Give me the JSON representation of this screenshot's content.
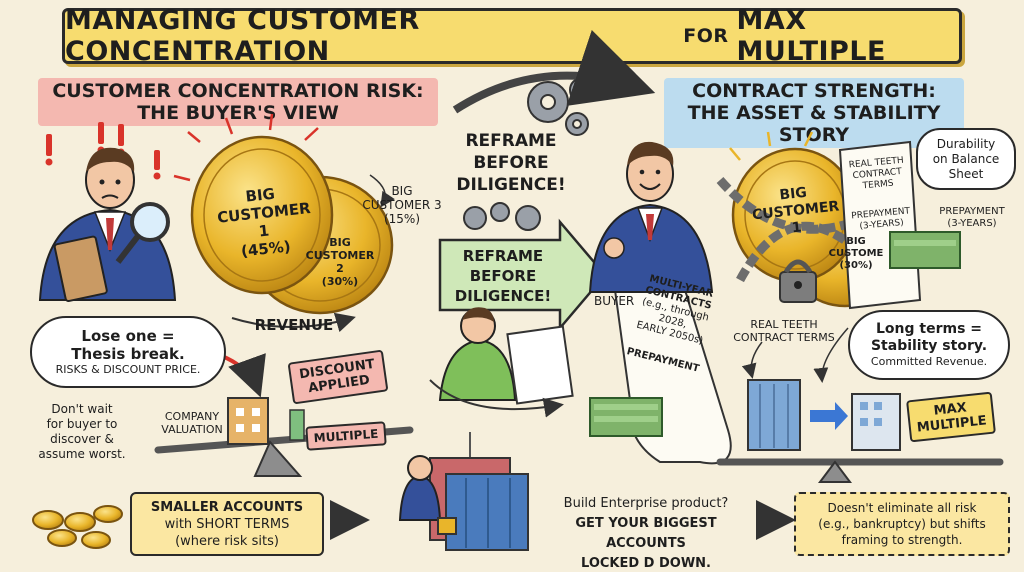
{
  "title": {
    "part1": "MANAGING CUSTOMER CONCENTRATION",
    "part2": "FOR",
    "part3": "MAX MULTIPLE"
  },
  "left_header": {
    "line1": "CUSTOMER CONCENTRATION RISK:",
    "line2": "THE BUYER'S VIEW"
  },
  "right_header": {
    "line1": "CONTRACT STRENGTH:",
    "line2": "THE ASSET & STABILITY STORY"
  },
  "left": {
    "coin_big": {
      "line1": "BIG",
      "line2": "CUSTOMER 1",
      "line3": "(45%)"
    },
    "coin_2": {
      "line1": "BIG",
      "line2": "CUSTOMER 2",
      "line3": "(30%)"
    },
    "coin_3": {
      "line1": "BIG",
      "line2": "CUSTOMER 3",
      "line3": "(15%)"
    },
    "revenue_label": "REVENUE",
    "cloud": {
      "line1": "Lose one =",
      "line2": "Thesis break.",
      "line3": "RISKS & DISCOUNT PRICE."
    },
    "discount_tag": {
      "line1": "DISCOUNT",
      "line2": "APPLIED"
    },
    "multiple_tag": "MULTIPLE",
    "valuation_label": {
      "line1": "COMPANY",
      "line2": "VALUATION"
    },
    "dont_wait": {
      "line1": "Don't wait",
      "line2": "for buyer to",
      "line3": "discover &",
      "line4": "assume worst."
    }
  },
  "center": {
    "reframe_top": {
      "line1": "REFRAME",
      "line2": "BEFORE",
      "line3": "DILIGENCE!"
    },
    "reframe_arrow": {
      "line1": "REFRAME",
      "line2": "BEFORE",
      "line3": "DILIGENCE!"
    },
    "scroll": {
      "line1": "MULTI-YEAR",
      "line2": "CONTRACTS",
      "line3": "(e.g., through",
      "line4": "2028,",
      "line5": "EARLY 2050s)",
      "line6": "PREPAYMENT"
    },
    "buyer_label": "BUYER"
  },
  "right": {
    "durability_cloud": {
      "line1": "Durability",
      "line2": "on Balance",
      "line3": "Sheet"
    },
    "coin_big": {
      "line1": "BIG",
      "line2": "CUSTOMER 1"
    },
    "coin_2": {
      "line1": "BIG",
      "line2": "CUSTOME",
      "line3": "(30%)"
    },
    "contract_paper": {
      "line1": "REAL TEETH",
      "line2": "CONTRACT",
      "line3": "TERMS",
      "line4": "PREPAYMENT",
      "line5": "(3-YEARS)"
    },
    "prepayment_label": {
      "line1": "PREPAYMENT",
      "line2": "(3-YEARS)"
    },
    "teeth_label": {
      "line1": "REAL TEETH",
      "line2": "CONTRACT TERMS"
    },
    "cloud": {
      "line1": "Long terms =",
      "line2": "Stability story.",
      "line3": "Committed Revenue."
    },
    "max_tag": {
      "line1": "MAX",
      "line2": "MULTIPLE"
    }
  },
  "bottom": {
    "left_box": {
      "line1": "SMALLER ACCOUNTS",
      "line2": "with SHORT TERMS",
      "line3": "(where risk sits)"
    },
    "middle": {
      "line1": "Build Enterprise product?",
      "line2": "GET YOUR BIGGEST ACCOUNTS",
      "line3": "LOCKED D DOWN."
    },
    "right_box": {
      "line1": "Doesn't eliminate all risk",
      "line2": "(e.g., bankruptcy) but shifts",
      "line3": "framing to strength."
    }
  },
  "colors": {
    "background": "#f6efdc",
    "banner": "#f7dc6f",
    "risk_header": "#f4b8b0",
    "stability_header": "#bcdcef",
    "coin": "#e9b52a",
    "arrow_green": "#cfe8b8"
  }
}
